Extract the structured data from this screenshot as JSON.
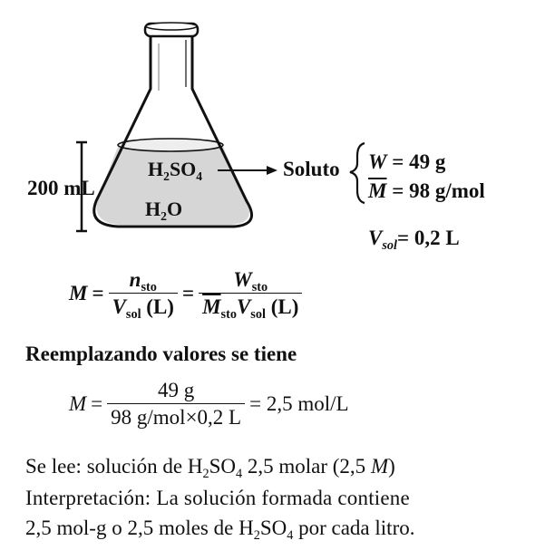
{
  "figure": {
    "volume_label": "200 mL",
    "solute_formula": "H2SO4",
    "water_formula": "H2O",
    "arrow_label": "Soluto",
    "mass": {
      "symbol": "W",
      "value": "49 g"
    },
    "molar_mass": {
      "symbol": "M",
      "value": "98 g/mol"
    },
    "volume": {
      "symbol": "V",
      "sub": "sol",
      "value": "0,2 L"
    }
  },
  "formula1": {
    "lhs": "M",
    "frac1_num": {
      "main": "n",
      "sub": "sto"
    },
    "frac1_den": {
      "main": "V",
      "sub": "sol",
      "unit": "(L)"
    },
    "frac2_num": {
      "main": "W",
      "sub": "sto"
    },
    "frac2_den": {
      "m": "M",
      "msub": "sto",
      "v": "V",
      "vsub": "sol",
      "unit": "(L)"
    }
  },
  "replace_text": "Reemplazando valores se tiene",
  "formula2": {
    "lhs": "M",
    "num": "49 g",
    "den": "98 g/mol×0,2 L",
    "result": "= 2,5 mol/L"
  },
  "reading": {
    "prefix": "Se lee: solución de H",
    "mid": "SO",
    "suffix": " 2,5 molar (2,5",
    "italic_m": "M",
    "close": ")"
  },
  "interpretation": {
    "line1": "Interpretación: La solución formada contiene",
    "line2_prefix": "2,5 mol-g o 2,5 moles de H",
    "line2_mid": "SO",
    "line2_suffix": " por cada litro."
  }
}
